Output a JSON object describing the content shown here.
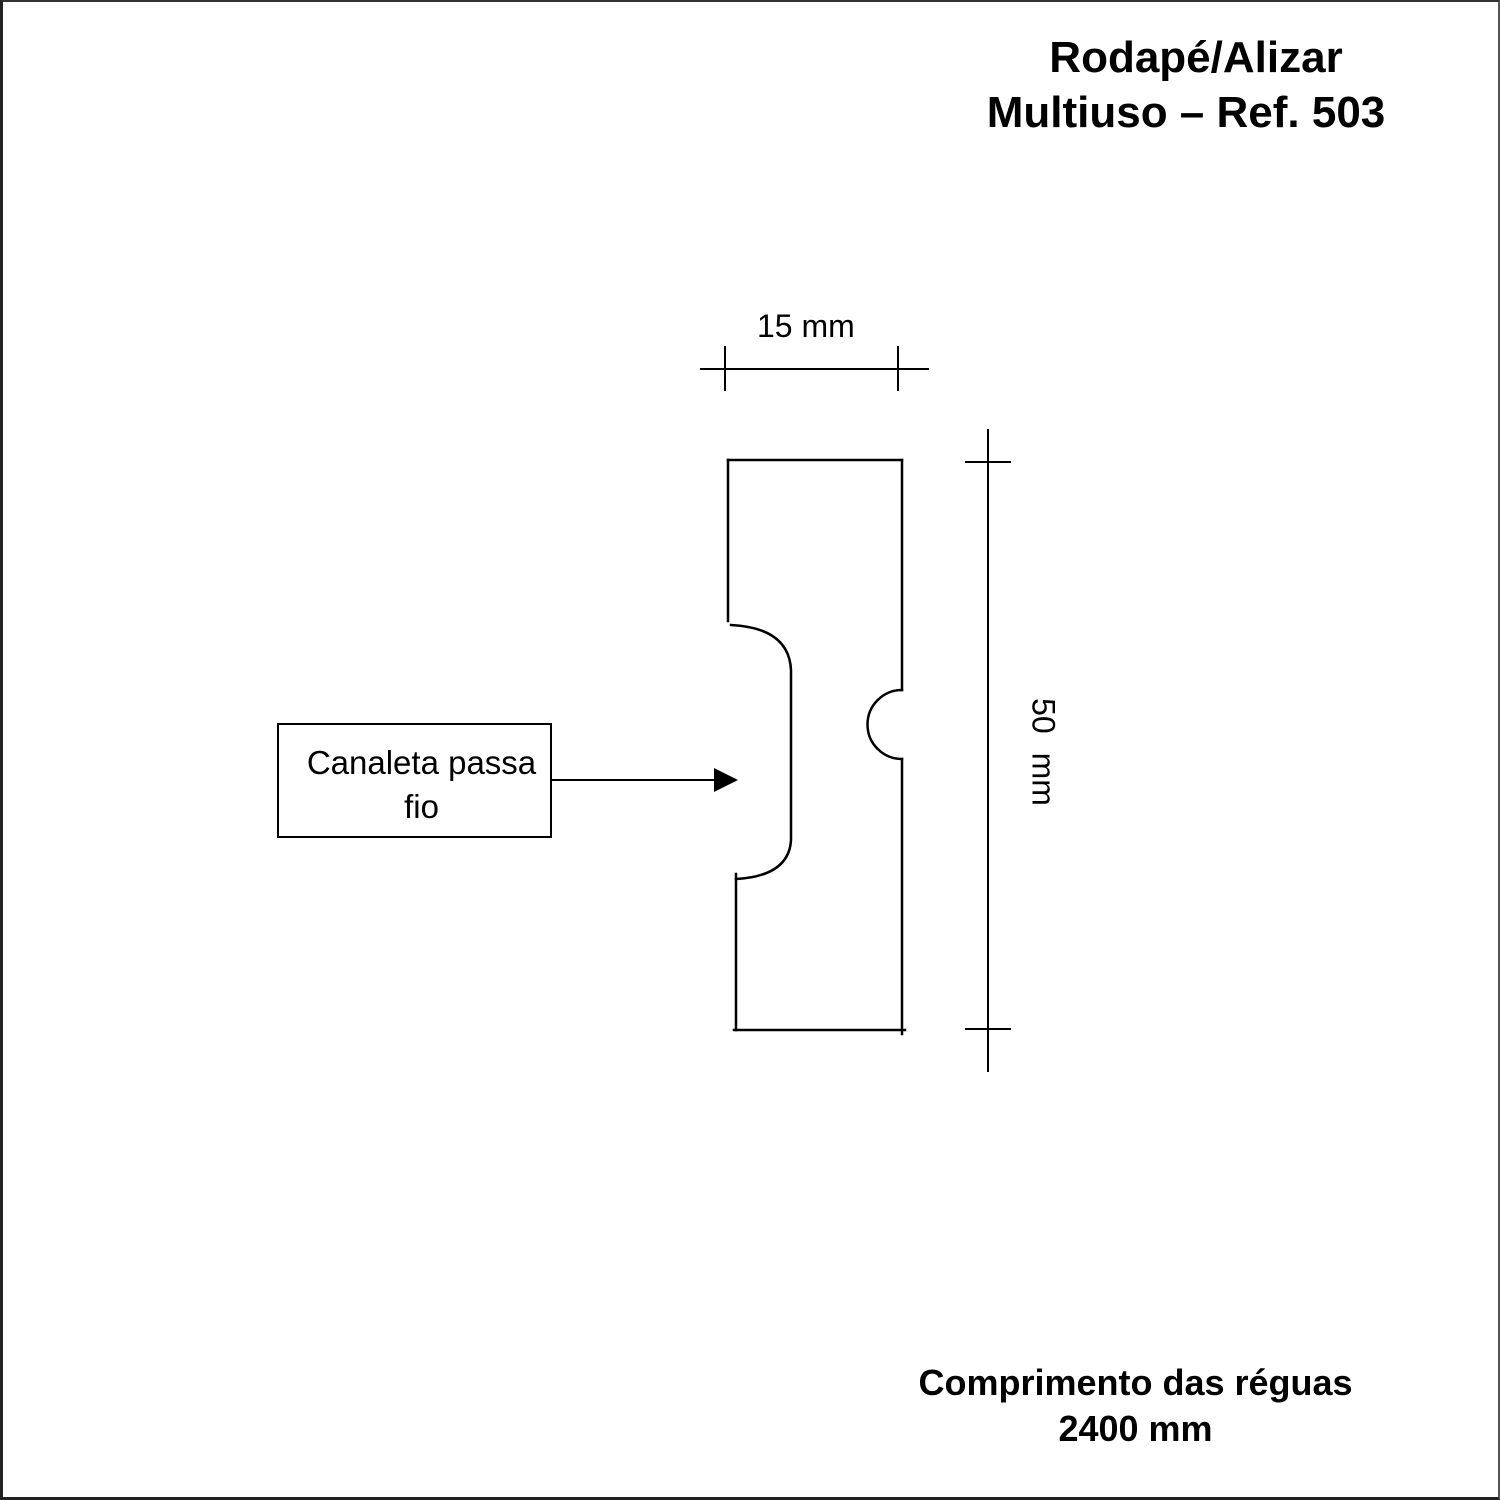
{
  "title": {
    "line1": "Rodapé/Alizar",
    "line2": "Multiuso – Ref. 503"
  },
  "dimensions": {
    "width_label": "15 mm",
    "height_label": "50 mm"
  },
  "callout": {
    "label": "Canaleta passa fio"
  },
  "footer": {
    "line1": "Comprimento das réguas",
    "line2": "2400 mm"
  },
  "colors": {
    "stroke": "#000000",
    "background": "#ffffff"
  }
}
